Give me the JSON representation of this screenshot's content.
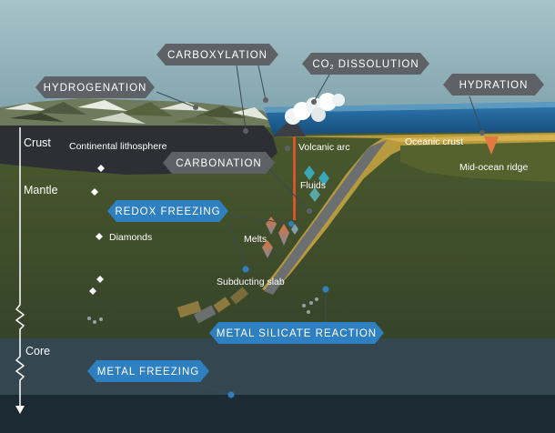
{
  "process_tags": {
    "hydrogenation": "HYDROGENATION",
    "carboxylation": "CARBOXYLATION",
    "co2_dissolution_pre": "CO",
    "co2_dissolution_sub": "2",
    "co2_dissolution_post": " DISSOLUTION",
    "hydration": "HYDRATION",
    "carbonation": "CARBONATION",
    "redox_freezing": "REDOX FREEZING",
    "metal_silicate_reaction": "METAL SILICATE REACTION",
    "metal_freezing": "METAL FREEZING"
  },
  "layers": {
    "crust": "Crust",
    "mantle": "Mantle",
    "core": "Core"
  },
  "features": {
    "continental_lithosphere": "Continental lithosphere",
    "volcanic_arc": "Volcanic arc",
    "oceanic_crust": "Oceanic crust",
    "mid_ocean_ridge": "Mid-ocean ridge",
    "fluids": "Fluids",
    "melts": "Melts",
    "diamonds": "Diamonds",
    "subducting_slab": "Subducting slab"
  },
  "colors": {
    "sky": "#8fb0b8",
    "ocean": "#1d5c8f",
    "mantle": "#3f4d2a",
    "core": "#2b3b45",
    "continent": "#2c2c33",
    "slab": "#9a8640",
    "grey_tag": "#5d6166",
    "blue_tag": "#2f7fbf"
  }
}
